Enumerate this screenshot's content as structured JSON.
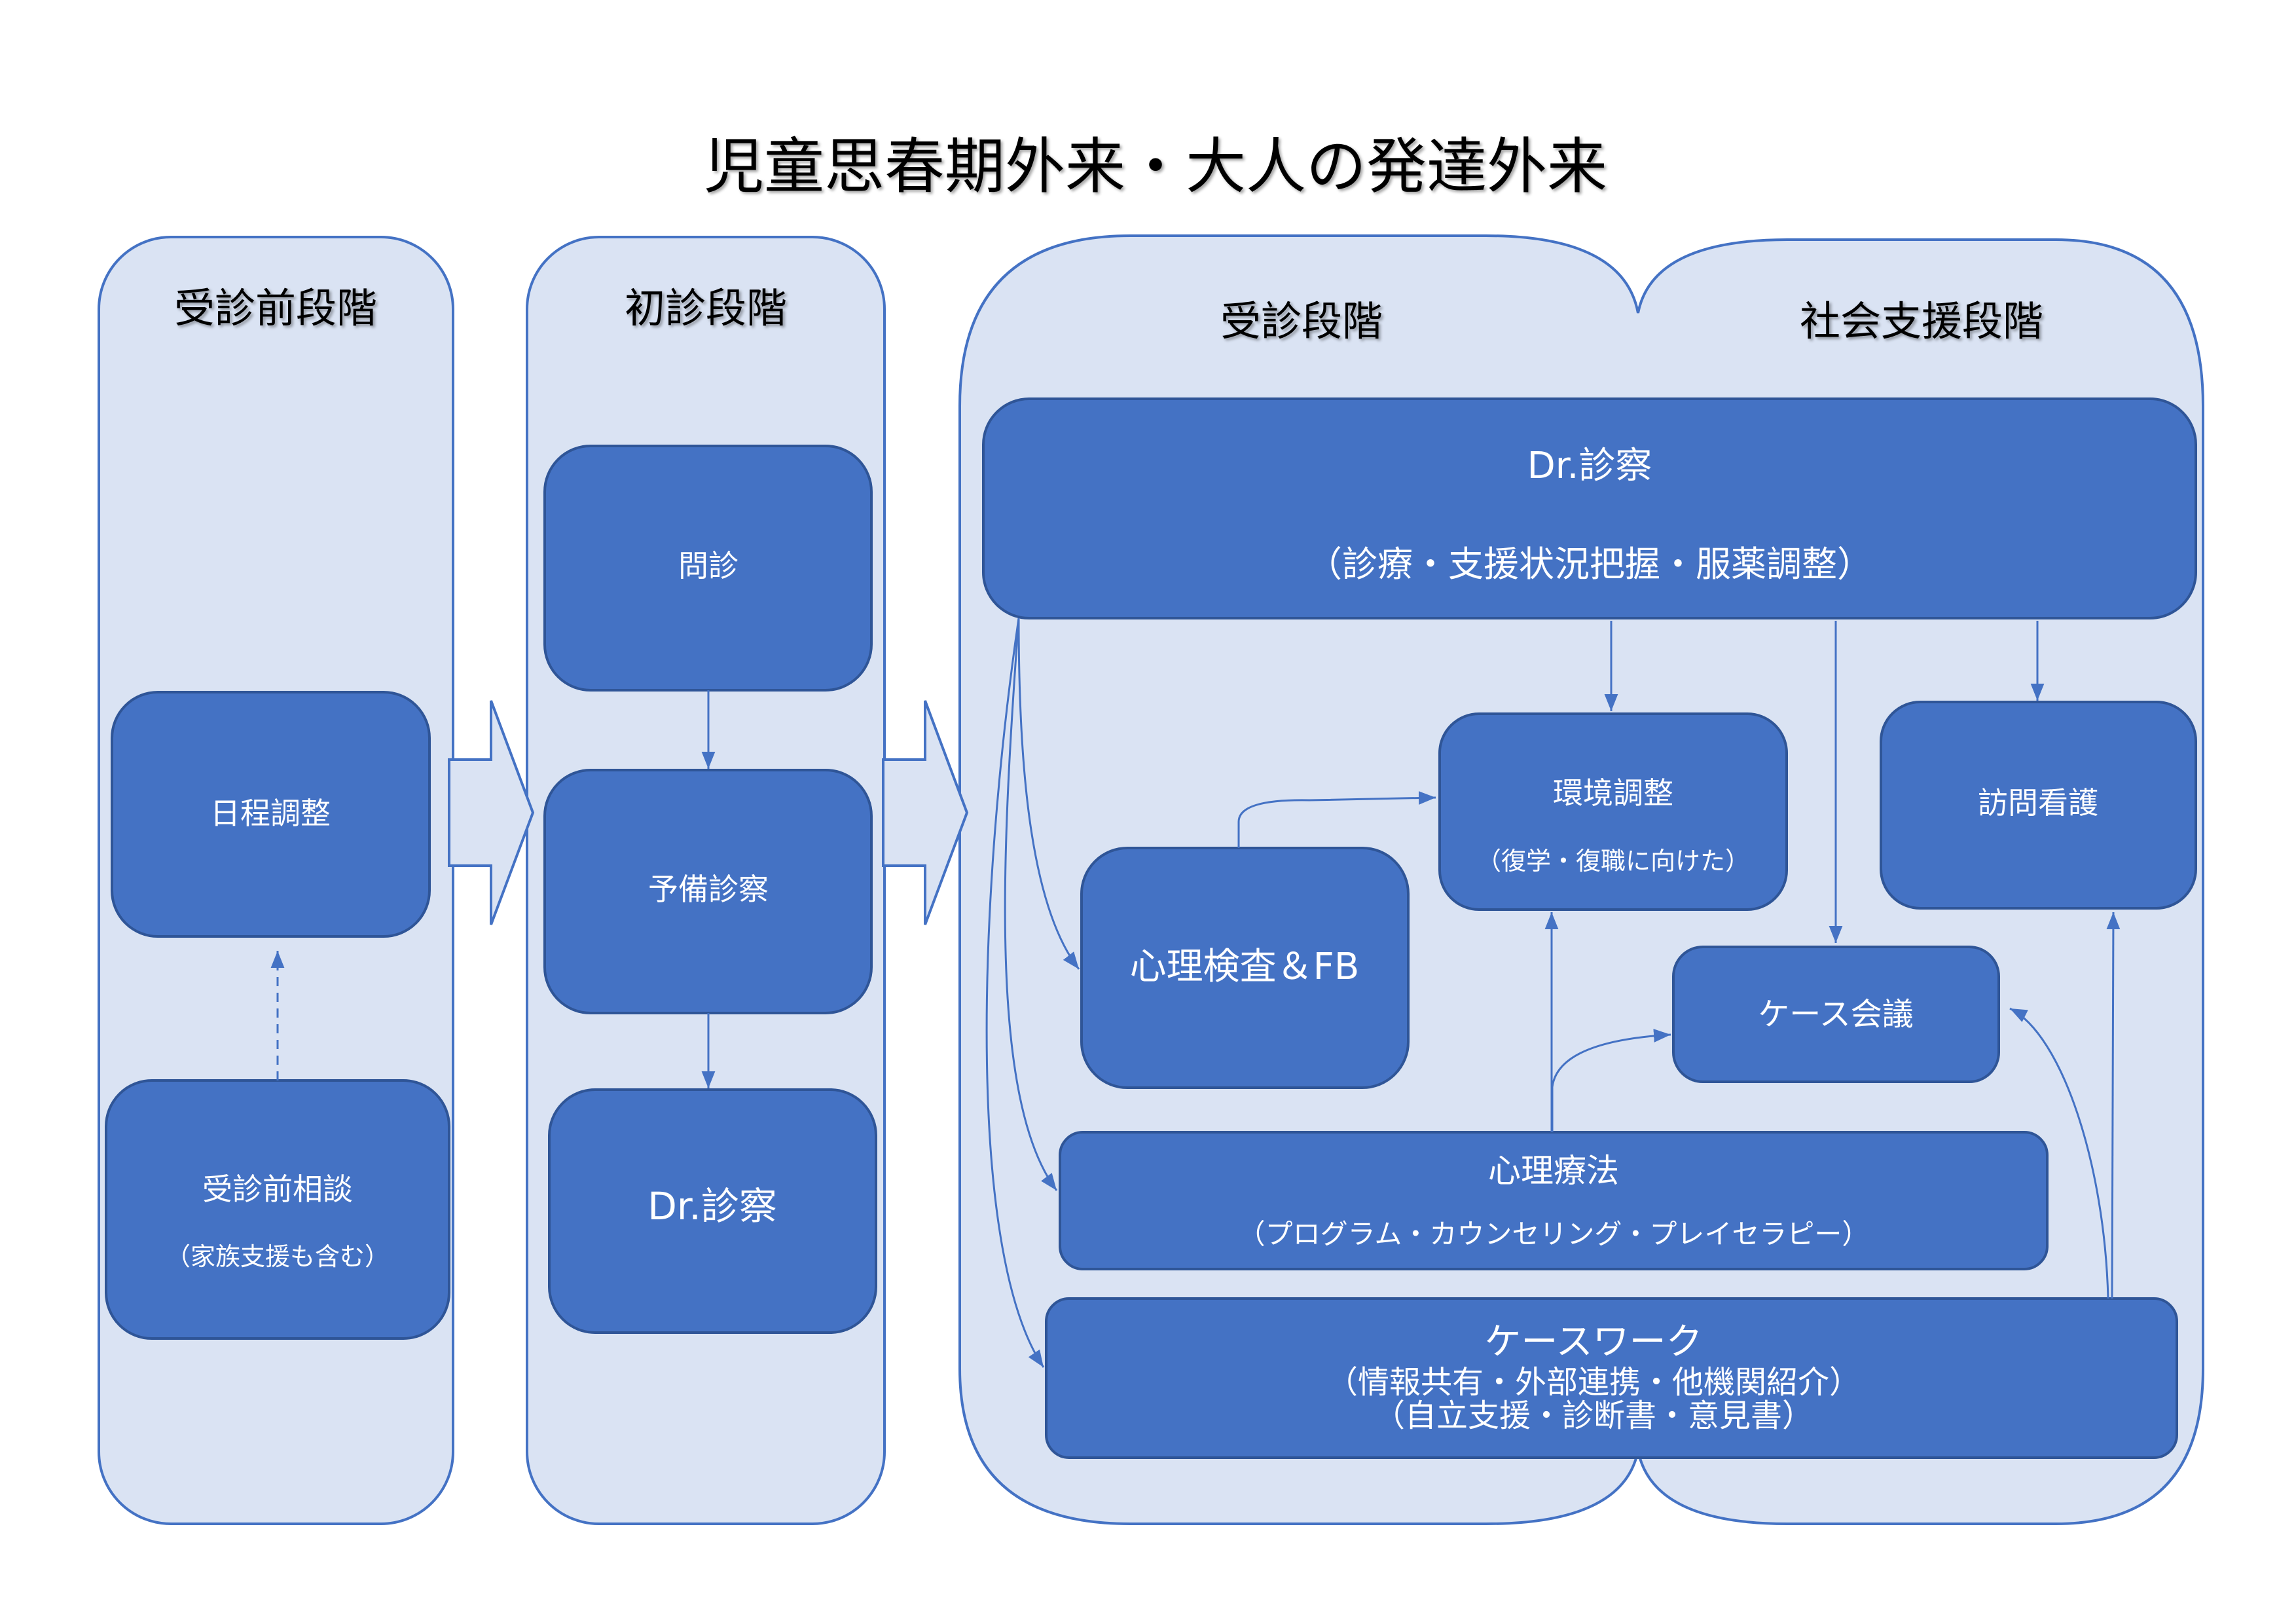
{
  "title": "児童思春期外来・大人の発達外来",
  "colors": {
    "stage_fill": "#dae3f3",
    "stage_border": "#4472c4",
    "node_fill": "#4472c4",
    "node_border": "#2f5597",
    "connector": "#4472c4",
    "node_text": "#ffffff",
    "label_text": "#000000"
  },
  "stages": [
    {
      "id": "pre",
      "label": "受診前段階"
    },
    {
      "id": "first",
      "label": "初診段階"
    },
    {
      "id": "visit",
      "label": "受診段階"
    },
    {
      "id": "social",
      "label": "社会支援段階"
    }
  ],
  "nodes": {
    "schedule": {
      "lines": [
        "日程調整"
      ]
    },
    "pre_consult": {
      "lines": [
        "受診前相談",
        "（家族支援も含む）"
      ]
    },
    "interview": {
      "lines": [
        "問診"
      ]
    },
    "prelim_exam": {
      "lines": [
        "予備診察"
      ]
    },
    "dr_exam_first": {
      "lines": [
        "Dr.診察"
      ]
    },
    "dr_exam_main": {
      "lines": [
        "Dr.診察",
        "（診療・支援状況把握・服薬調整）"
      ]
    },
    "environment": {
      "lines": [
        "環境調整",
        "（復学・復職に向けた）"
      ]
    },
    "home_nursing": {
      "lines": [
        "訪問看護"
      ]
    },
    "psych_test": {
      "lines": [
        "心理検査＆FB"
      ]
    },
    "case_conference": {
      "lines": [
        "ケース会議"
      ]
    },
    "psychotherapy": {
      "lines": [
        "心理療法",
        "（プログラム・カウンセリング・プレイセラピー）"
      ]
    },
    "casework": {
      "lines": [
        "ケースワーク",
        "（情報共有・外部連携・他機関紹介）",
        "（自立支援・診断書・意見書）"
      ]
    }
  },
  "edges": [
    {
      "from": "pre_consult",
      "to": "schedule",
      "style": "dashed"
    },
    {
      "from": "interview",
      "to": "prelim_exam",
      "style": "solid"
    },
    {
      "from": "prelim_exam",
      "to": "dr_exam_first",
      "style": "solid"
    },
    {
      "from": "dr_exam_main",
      "to": "environment",
      "style": "solid"
    },
    {
      "from": "dr_exam_main",
      "to": "case_conference",
      "style": "solid"
    },
    {
      "from": "dr_exam_main",
      "to": "home_nursing",
      "style": "solid"
    },
    {
      "from": "dr_exam_main",
      "to": "psych_test",
      "style": "solid"
    },
    {
      "from": "dr_exam_main",
      "to": "psychotherapy",
      "style": "solid"
    },
    {
      "from": "dr_exam_main",
      "to": "casework",
      "style": "solid"
    },
    {
      "from": "psych_test",
      "to": "environment",
      "style": "solid"
    },
    {
      "from": "psychotherapy",
      "to": "environment",
      "style": "solid"
    },
    {
      "from": "psychotherapy",
      "to": "case_conference",
      "style": "solid"
    },
    {
      "from": "casework",
      "to": "case_conference",
      "style": "solid"
    },
    {
      "from": "casework",
      "to": "home_nursing",
      "style": "solid"
    }
  ],
  "stage_transitions": [
    {
      "from": "pre",
      "to": "first"
    },
    {
      "from": "first",
      "to": "visit"
    }
  ]
}
